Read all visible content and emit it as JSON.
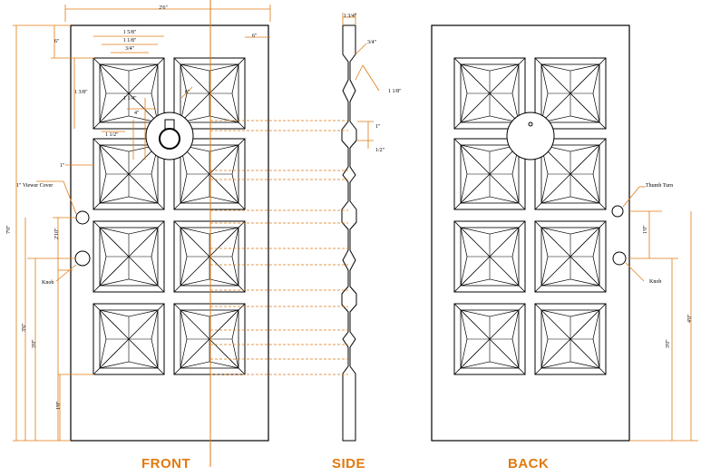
{
  "views": {
    "front_label": "FRONT",
    "side_label": "SIDE",
    "back_label": "BACK"
  },
  "annotations": {
    "front_overall_width": "2'6\"",
    "front_panel_width": "1 5/8\"",
    "front_panel_width_2": "1 1/8\"",
    "front_panel_width_3": "3/4\"",
    "front_panel_height": "1 3/8\"",
    "front_top_rail": "6\"",
    "front_stile": "6\"",
    "front_edge": "1 1/2\"",
    "front_knocker_offset": "6\"",
    "front_knocker_a": "1 1/4\"",
    "front_knocker_b": "4\"",
    "front_rail_gap": "1\"",
    "front_viewer_note": "1\" Viewer Cover",
    "front_knob_note": "Knob",
    "front_height": "7'0\"",
    "front_dim_a": "2'10\"",
    "front_dim_b": "3'6\"",
    "front_dim_c": "3'0\"",
    "front_bottom": "1'0\"",
    "side_thickness": "1 3/4\"",
    "side_a": "3/4\"",
    "side_b": "1 1/8\"",
    "side_c": "1\"",
    "side_d": "1/2\"",
    "back_thumb_turn": "Thumb Turn",
    "back_knob": "Knob",
    "back_dim_a": "1'0\"",
    "back_dim_b": "3'0\"",
    "back_dim_c": "4'0\""
  },
  "colors": {
    "line": "#000000",
    "dimension": "#e07a10"
  }
}
